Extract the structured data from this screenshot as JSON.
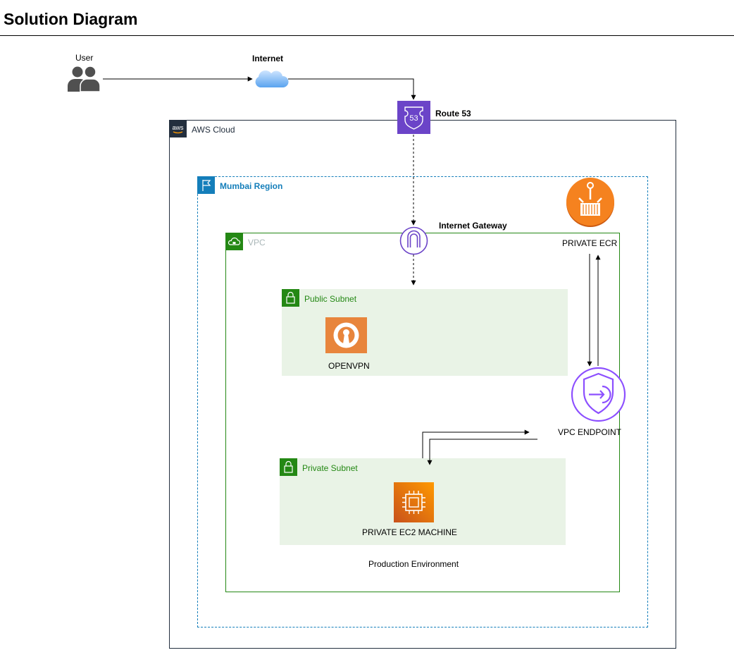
{
  "title": "Solution Diagram",
  "nodes": {
    "user": "User",
    "internet": "Internet",
    "route53": "Route 53",
    "internet_gateway": "Internet Gateway",
    "openvpn": "OPENVPN",
    "private_ecr": "PRIVATE ECR",
    "vpc_endpoint": "VPC ENDPOINT",
    "ec2": "PRIVATE EC2 MACHINE",
    "environment": "Production Environment"
  },
  "groups": {
    "aws_cloud": "AWS Cloud",
    "region": "Mumbai Region",
    "vpc": "VPC",
    "public_subnet": "Public Subnet",
    "private_subnet": "Private Subnet"
  },
  "icon_text": {
    "aws_logo": "aws",
    "route53_badge": "53"
  },
  "colors": {
    "route53": "#6b44c8",
    "vpc_green": "#248814",
    "region_blue": "#147eba",
    "subnet_fill": "#e9f3e6",
    "openvpn_orange": "#e8853c",
    "ec2_orange": "#ee6a12",
    "ecr_orange": "#f5821f",
    "endpoint_purple": "#8c4fff",
    "aws_dark": "#232f3e"
  }
}
